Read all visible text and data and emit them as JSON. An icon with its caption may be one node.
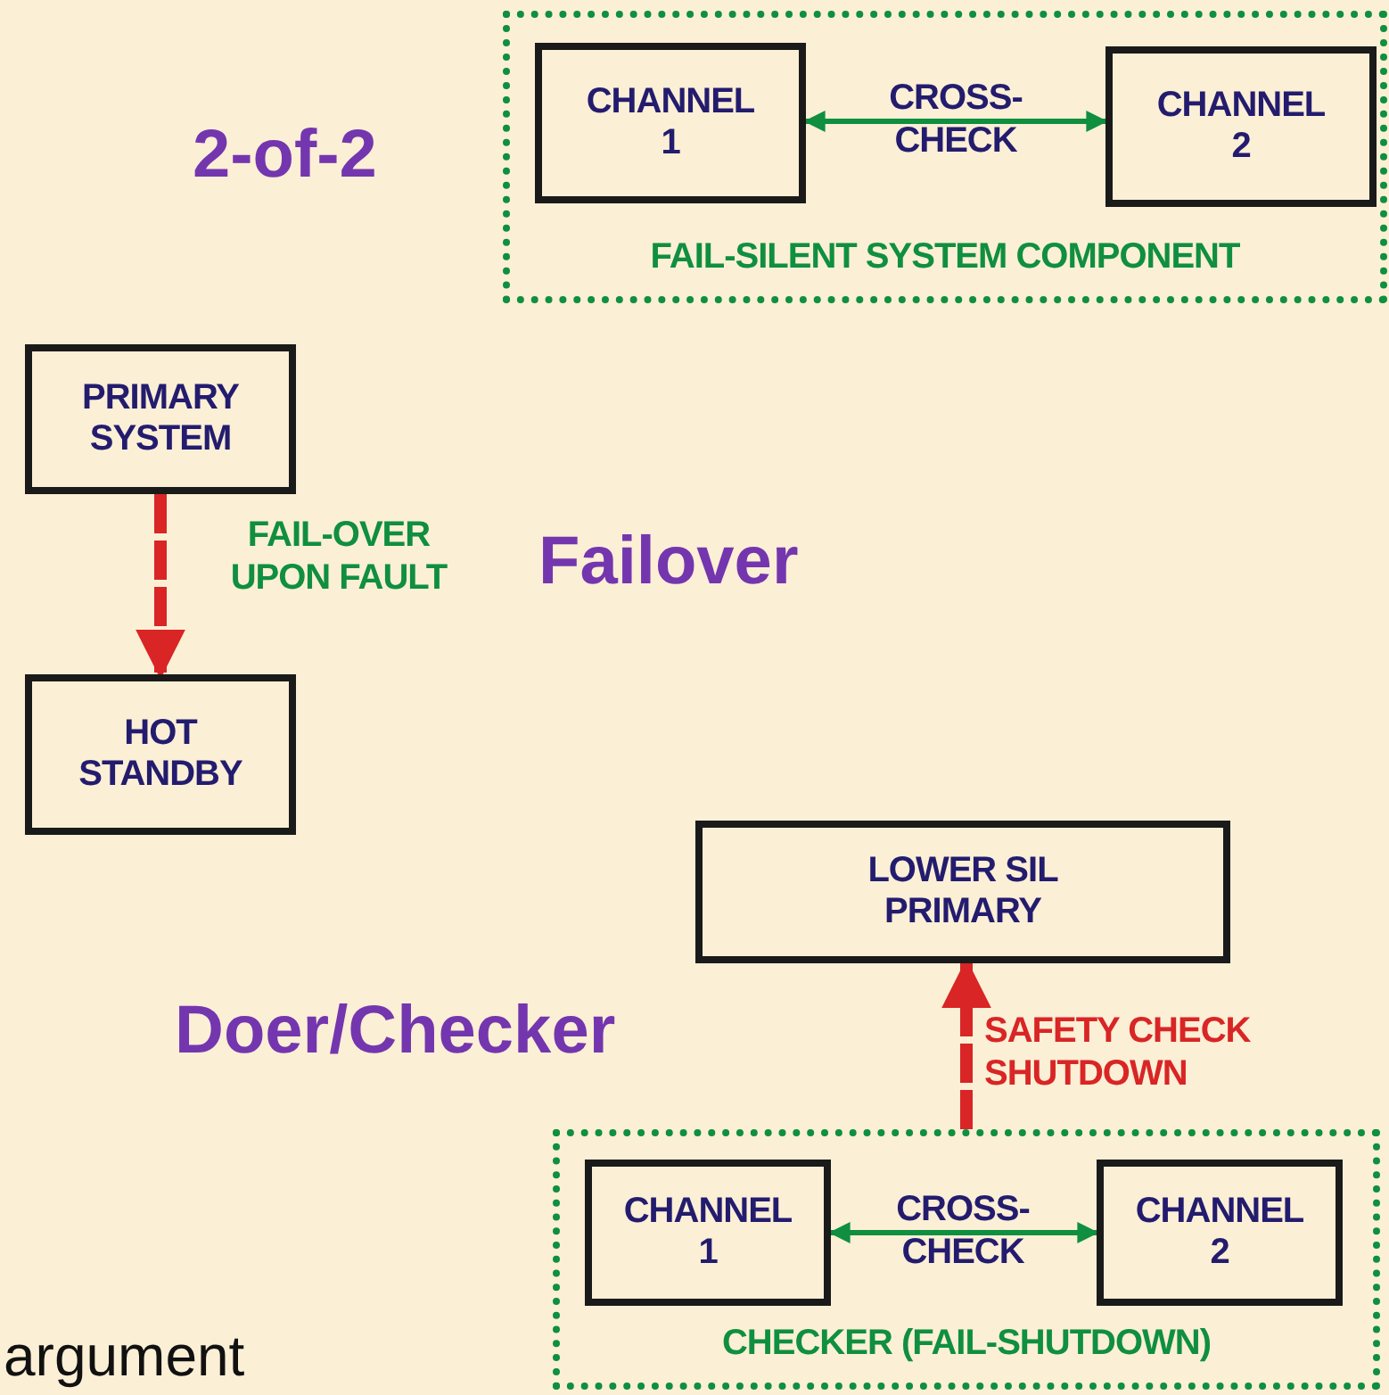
{
  "diagram": {
    "nodes": [
      {
        "text": [
          "FAIL-SILENT SYSTEM COMPONENT"
        ]
      },
      {
        "text": [
          "CHANNEL 1"
        ],
        "in": 0
      },
      {
        "text": [
          "CHANNEL 2"
        ],
        "in": 0
      },
      {
        "text": [
          "PRIMARY SYSTEM"
        ]
      },
      {
        "text": [
          "HOT STANDBY"
        ]
      },
      {
        "text": [
          "LOWER SIL PRIMARY"
        ]
      },
      {
        "text": [
          "CHECKER (FAIL-SHUTDOWN)"
        ]
      },
      {
        "text": [
          "CHANNEL 1"
        ],
        "in": 6
      },
      {
        "text": [
          "CHANNEL 2"
        ],
        "in": 6
      }
    ],
    "edges": [
      {
        "from": 1,
        "to": 2,
        "arrow": "both",
        "label": "CROSS- CHECK",
        "color": "#0f8f3f"
      },
      {
        "from": 3,
        "to": 4,
        "arrow": "to",
        "label": "FAIL-OVER UPON FAULT",
        "style": "dashed",
        "color": "#d92525"
      },
      {
        "from": 6,
        "to": 5,
        "arrow": "to",
        "label": "SAFETY CHECK SHUTDOWN",
        "style": "dashed",
        "color": "#d92525"
      },
      {
        "from": 7,
        "to": 8,
        "arrow": "both",
        "label": "CROSS- CHECK",
        "color": "#0f8f3f"
      }
    ],
    "labels": [
      "2-of-2",
      "Failover",
      "Doer/Checker",
      "argument"
    ]
  }
}
